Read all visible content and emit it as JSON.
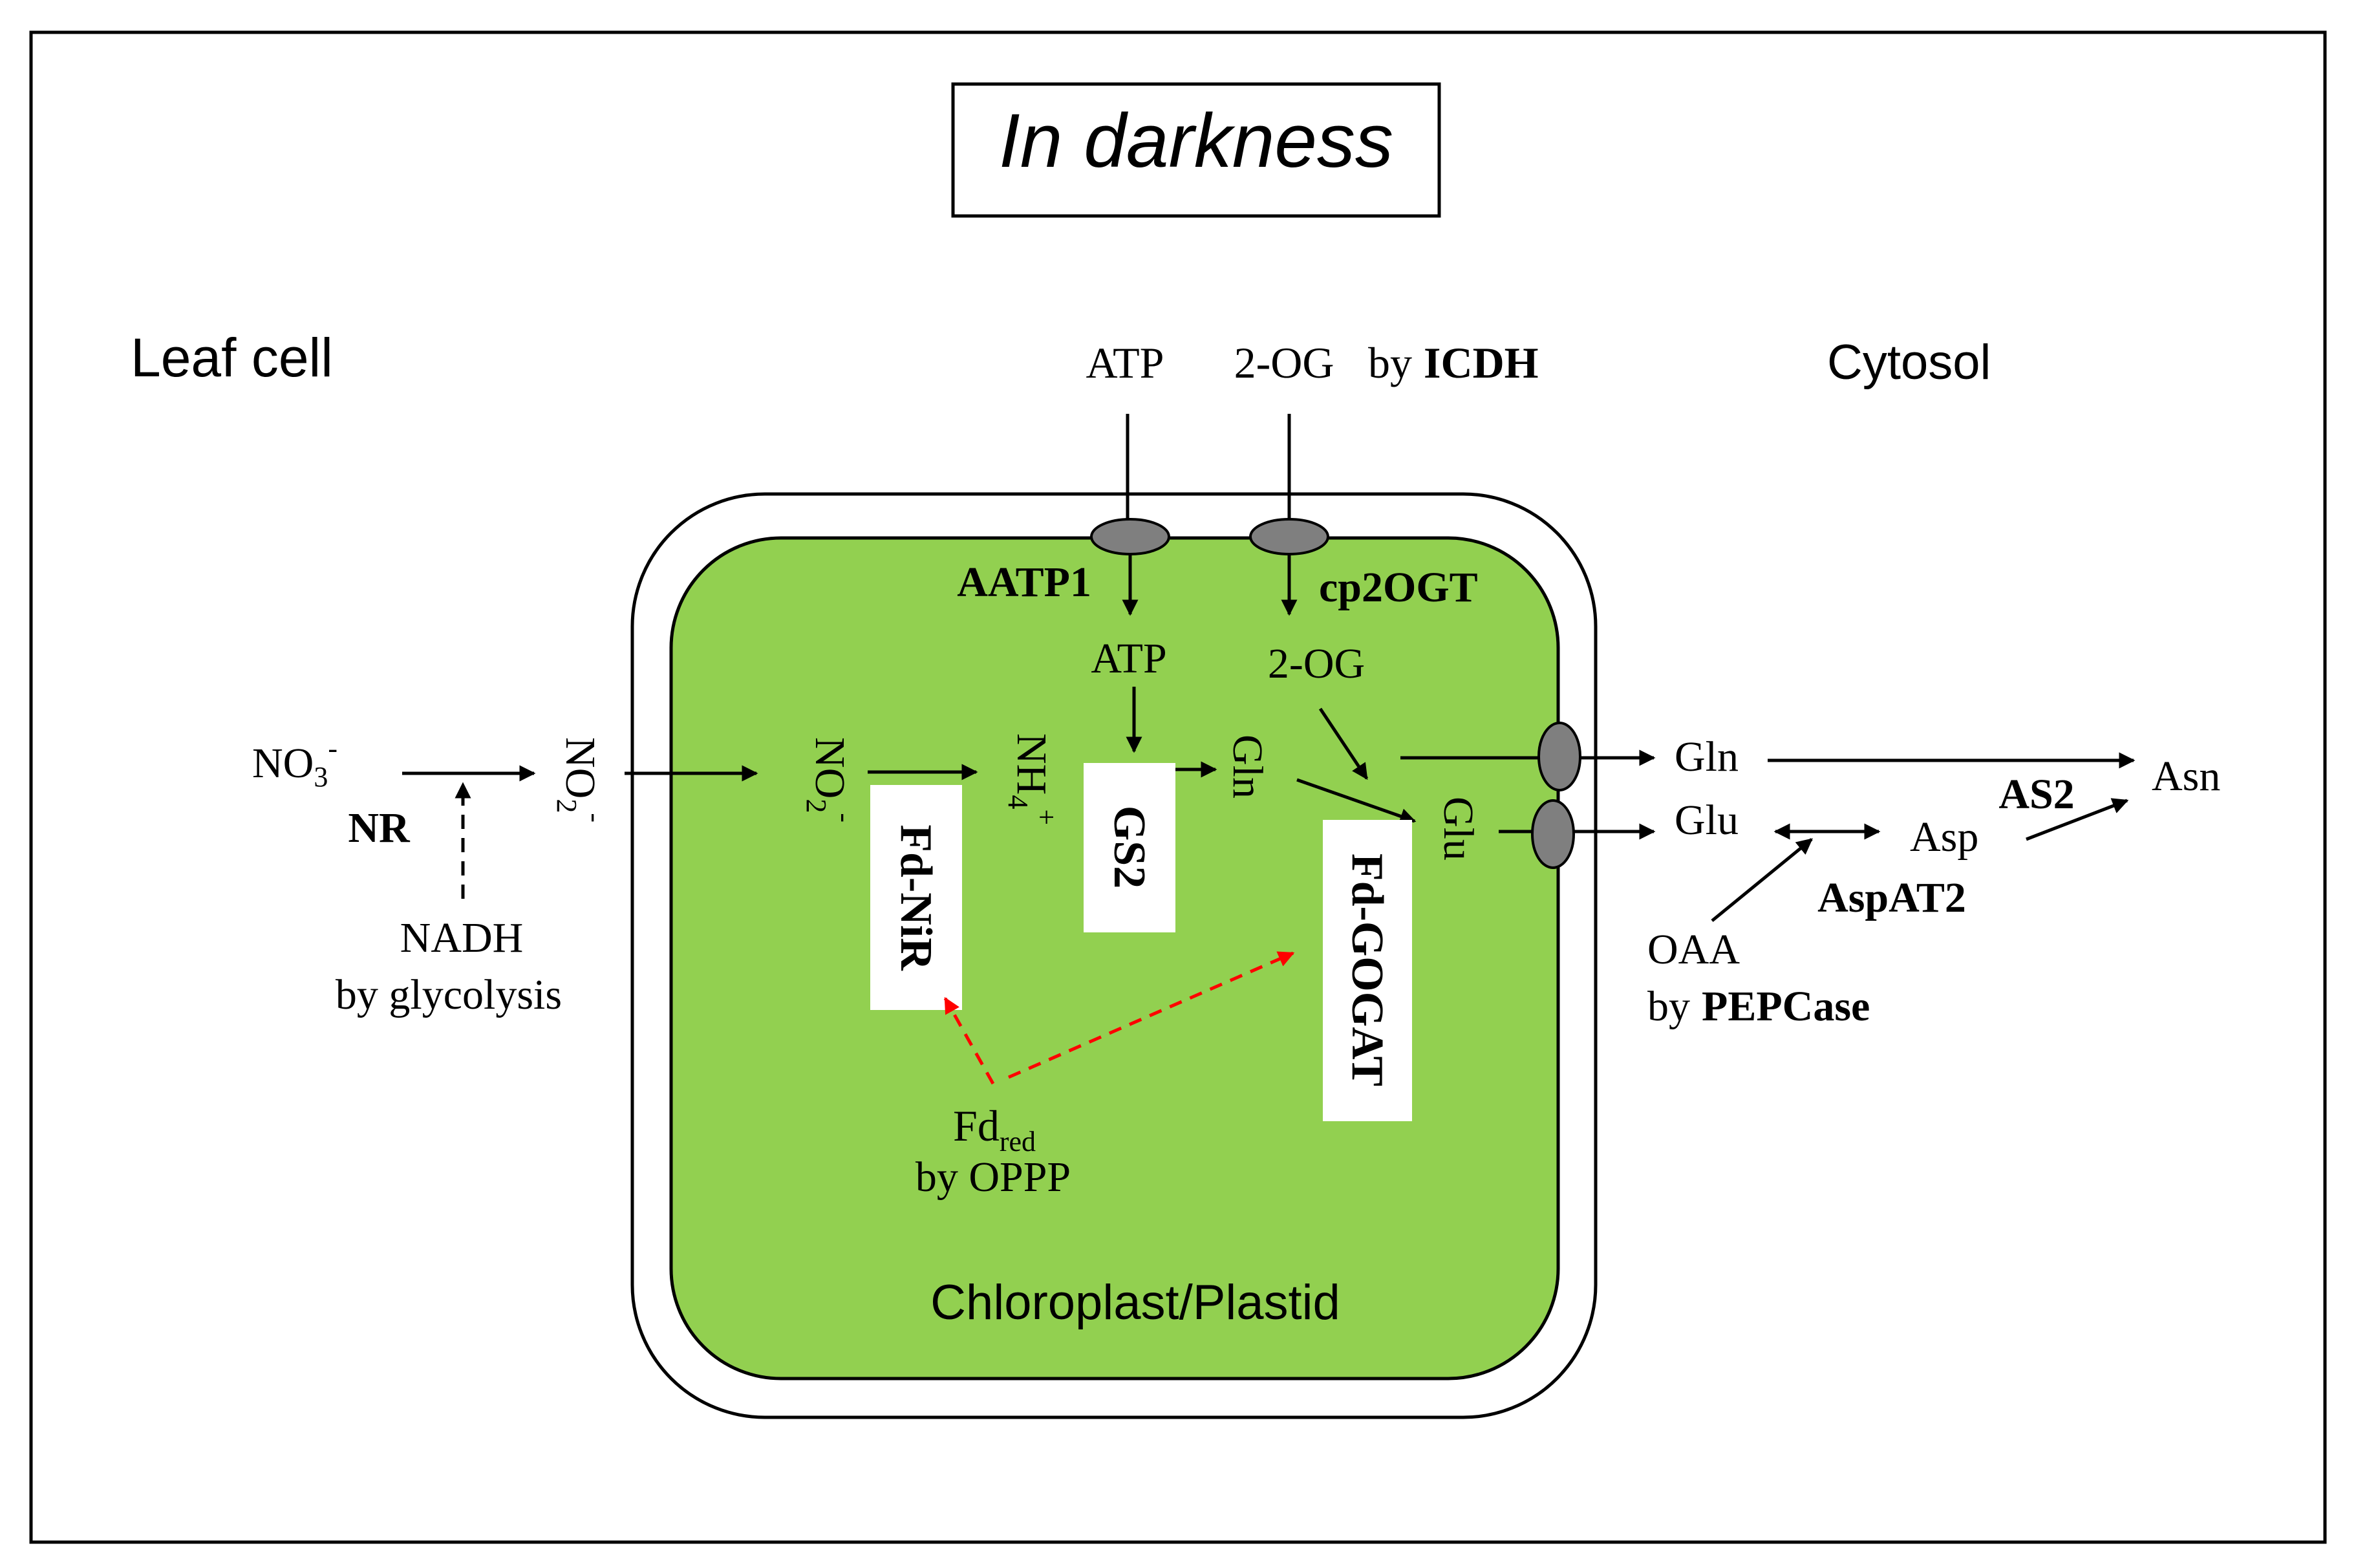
{
  "title": "In darkness",
  "regions": {
    "leaf_cell": "Leaf cell",
    "cytosol": "Cytosol",
    "chloroplast": "Chloroplast/Plastid"
  },
  "top": {
    "atp": "ATP",
    "two_og": "2-OG",
    "by": "by",
    "icdh": "ICDH"
  },
  "transporters": {
    "aatp1": "AATP1",
    "cp2ogt": "cp2OGT"
  },
  "inside": {
    "atp": "ATP",
    "two_og": "2-OG",
    "no2": "NO",
    "no2_sub": "2",
    "no2_sup": "-",
    "nh4": "NH",
    "nh4_sub": "4",
    "nh4_sup": "+",
    "gln": "Gln",
    "glu": "Glu",
    "fd": "Fd",
    "fd_sub": "red",
    "by_oppp": "by OPPP"
  },
  "enzymes": {
    "fd_nir": "Fd-NiR",
    "gs2": "GS2",
    "fd_gogat": "Fd-GOGAT",
    "nr": "NR",
    "as2": "AS2",
    "aspat2": "AspAT2"
  },
  "left": {
    "no3": "NO",
    "no3_sub": "3",
    "no3_sup": "-",
    "no2": "NO",
    "no2_sub": "2",
    "no2_sup": "-",
    "nadh": "NADH",
    "by_glycolysis": "by glycolysis"
  },
  "right": {
    "gln": "Gln",
    "glu": "Glu",
    "asp": "Asp",
    "asn": "Asn",
    "oaa": "OAA",
    "by": "by",
    "pepcase": "PEPCase"
  },
  "colors": {
    "chloroplast_fill": "#92d050",
    "transporter_fill": "#7f7f7f",
    "red_arrow": "#ff0000"
  }
}
